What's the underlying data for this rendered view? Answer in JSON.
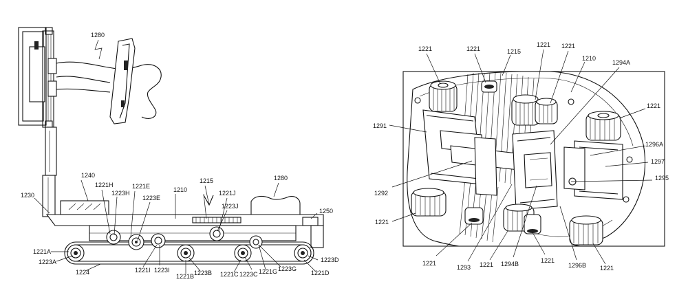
{
  "figure": {
    "left_labels": [
      {
        "id": "l1280a",
        "text": "1280"
      },
      {
        "id": "l1240",
        "text": "1240"
      },
      {
        "id": "l1221H",
        "text": "1221H"
      },
      {
        "id": "l1223H",
        "text": "1223H"
      },
      {
        "id": "l1221E",
        "text": "1221E"
      },
      {
        "id": "l1223E",
        "text": "1223E"
      },
      {
        "id": "l1210a",
        "text": "1210"
      },
      {
        "id": "l1215a",
        "text": "1215"
      },
      {
        "id": "l1221J",
        "text": "1221J"
      },
      {
        "id": "l1223J",
        "text": "1223J"
      },
      {
        "id": "l1280b",
        "text": "1280"
      },
      {
        "id": "l1230",
        "text": "1230"
      },
      {
        "id": "l1250",
        "text": "1250"
      },
      {
        "id": "l1221A",
        "text": "1221A"
      },
      {
        "id": "l1223A",
        "text": "1223A"
      },
      {
        "id": "l1224",
        "text": "1224"
      },
      {
        "id": "l1221I",
        "text": "1221I"
      },
      {
        "id": "l1223I",
        "text": "1223I"
      },
      {
        "id": "l1221B",
        "text": "1221B"
      },
      {
        "id": "l1223B",
        "text": "1223B"
      },
      {
        "id": "l1221C",
        "text": "1221C"
      },
      {
        "id": "l1223C",
        "text": "1223C"
      },
      {
        "id": "l1221G",
        "text": "1221G"
      },
      {
        "id": "l1223G",
        "text": "1223G"
      },
      {
        "id": "l1223D",
        "text": "1223D"
      },
      {
        "id": "l1221D",
        "text": "1221D"
      }
    ],
    "right_labels": [
      {
        "id": "r1221a",
        "text": "1221"
      },
      {
        "id": "r1221b",
        "text": "1221"
      },
      {
        "id": "r1215",
        "text": "1215"
      },
      {
        "id": "r1221c",
        "text": "1221"
      },
      {
        "id": "r1221d",
        "text": "1221"
      },
      {
        "id": "r1210",
        "text": "1210"
      },
      {
        "id": "r1294A",
        "text": "1294A"
      },
      {
        "id": "r1221e",
        "text": "1221"
      },
      {
        "id": "r1291",
        "text": "1291"
      },
      {
        "id": "r1296A",
        "text": "1296A"
      },
      {
        "id": "r1297",
        "text": "1297"
      },
      {
        "id": "r1295",
        "text": "1295"
      },
      {
        "id": "r1292",
        "text": "1292"
      },
      {
        "id": "r1221f",
        "text": "1221"
      },
      {
        "id": "r1221g",
        "text": "1221"
      },
      {
        "id": "r1293",
        "text": "1293"
      },
      {
        "id": "r1221h",
        "text": "1221"
      },
      {
        "id": "r1294B",
        "text": "1294B"
      },
      {
        "id": "r1221i",
        "text": "1221"
      },
      {
        "id": "r1296B",
        "text": "1296B"
      },
      {
        "id": "r1221j",
        "text": "1221"
      }
    ]
  }
}
